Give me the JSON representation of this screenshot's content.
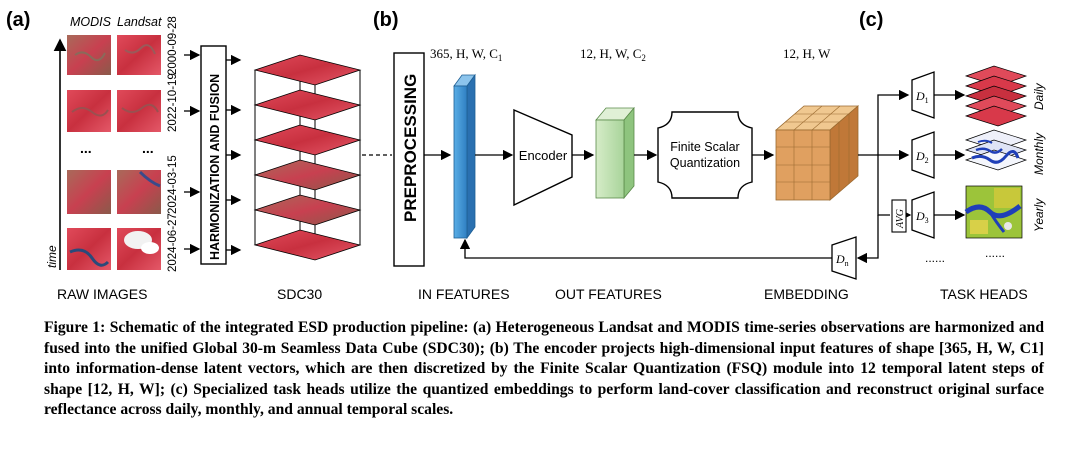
{
  "panels": {
    "a": "(a)",
    "b": "(b)",
    "c": "(c)"
  },
  "raw": {
    "col_headers": [
      "MODIS",
      "Landsat"
    ],
    "dates": [
      "2000-09-28",
      "2022-10-19",
      "2024-03-15",
      "2024-06-27"
    ],
    "ellipsis_left": "...",
    "ellipsis_right": "...",
    "time_label": "time",
    "caption": "RAW IMAGES"
  },
  "harmonization": "HARMONIZATION AND FUSION",
  "sdc_caption": "SDC30",
  "preprocessing": "PREPROCESSING",
  "in_features": {
    "shape": "365, H, W, C",
    "sub": "1",
    "caption": "IN FEATURES"
  },
  "encoder": "Encoder",
  "out_features": {
    "shape": "12, H, W, C",
    "sub": "2",
    "caption": "OUT FEATURES"
  },
  "fsq": {
    "line1": "Finite Scalar",
    "line2": "Quantization"
  },
  "embedding": {
    "shape": "12, H, W",
    "caption": "EMBEDDING"
  },
  "heads": {
    "d1": "D",
    "d1_sub": "1",
    "d2": "D",
    "d2_sub": "2",
    "d3": "D",
    "d3_sub": "3",
    "dn": "D",
    "dn_sub": "n",
    "avg": "AVG",
    "labels": [
      "Daily",
      "Monthly",
      "Yearly"
    ],
    "ellipsis_left": "......",
    "ellipsis_right": "......",
    "caption": "TASK HEADS"
  },
  "caption_text": "Figure 1: Schematic of the integrated ESD production pipeline: (a) Heterogeneous Landsat and MODIS time-series observations are harmonized and fused into the unified Global 30-m Seamless Data Cube (SDC30); (b) The encoder projects high-dimensional input features of shape [365, H, W, C1] into information-dense latent vectors, which are then discretized by the Finite Scalar Quantization (FSQ) module into 12 temporal latent steps of shape [12, H, W]; (c) Specialized task heads utilize the quantized embeddings to perform land-cover classification and reconstruct original surface reflectance across daily, monthly, and annual temporal scales.",
  "colors": {
    "satellite_red": "#d8394a",
    "feature_blue": "#3a8fd0",
    "feature_green": "#b8dcae",
    "embedding_orange": "#e0a060",
    "water_blue": "#1f3fb8",
    "land_green": "#9cc43a"
  }
}
